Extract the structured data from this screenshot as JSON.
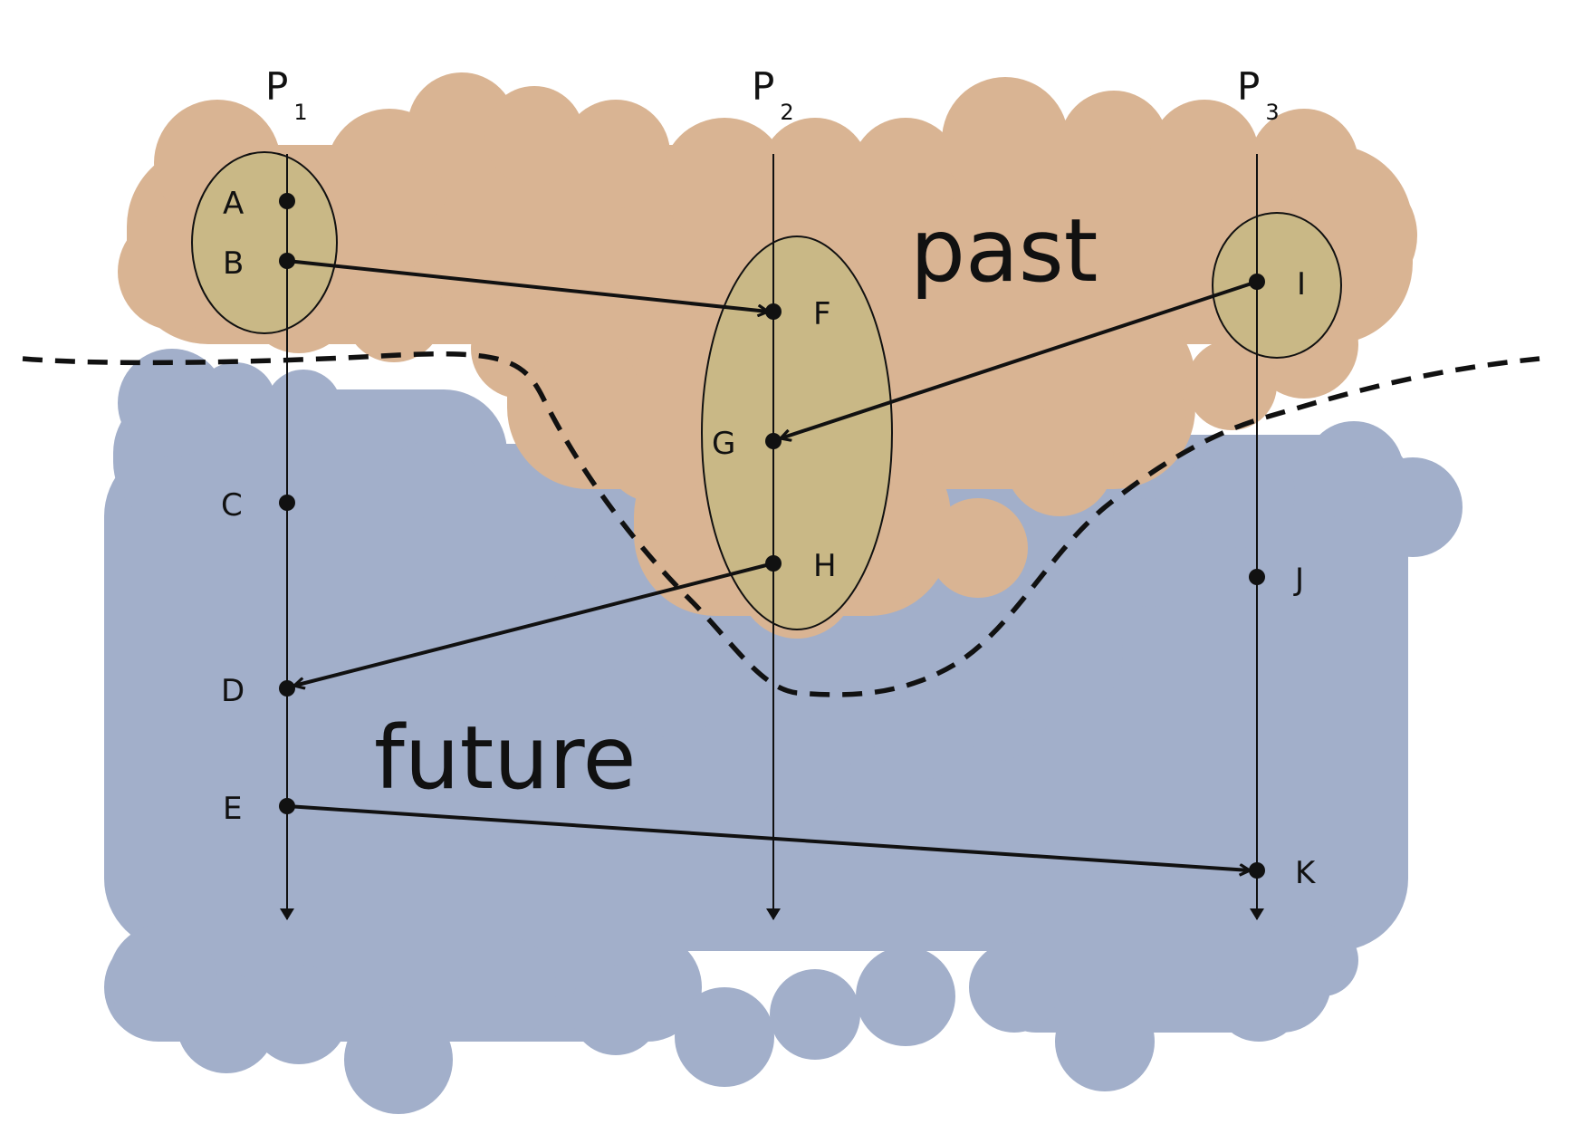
{
  "colors": {
    "past_fill": "#d9b493",
    "future_fill": "#a2afca",
    "causal_fill": "#c9b886",
    "ink": "#111111",
    "background": "#ffffff"
  },
  "region_labels": {
    "past": "past",
    "future": "future"
  },
  "processes": [
    {
      "id": "p1",
      "letter": "P",
      "sub": "1"
    },
    {
      "id": "p2",
      "letter": "P",
      "sub": "2"
    },
    {
      "id": "p3",
      "letter": "P",
      "sub": "3"
    }
  ],
  "events": [
    {
      "id": "A",
      "label": "A",
      "process": "p1"
    },
    {
      "id": "B",
      "label": "B",
      "process": "p1"
    },
    {
      "id": "C",
      "label": "C",
      "process": "p1"
    },
    {
      "id": "D",
      "label": "D",
      "process": "p1"
    },
    {
      "id": "E",
      "label": "E",
      "process": "p1"
    },
    {
      "id": "F",
      "label": "F",
      "process": "p2"
    },
    {
      "id": "G",
      "label": "G",
      "process": "p2"
    },
    {
      "id": "H",
      "label": "H",
      "process": "p2"
    },
    {
      "id": "I",
      "label": "I",
      "process": "p3"
    },
    {
      "id": "J",
      "label": "J",
      "process": "p3"
    },
    {
      "id": "K",
      "label": "K",
      "process": "p3"
    }
  ],
  "messages": [
    {
      "from": "B",
      "to": "F"
    },
    {
      "from": "I",
      "to": "G"
    },
    {
      "from": "H",
      "to": "D"
    },
    {
      "from": "E",
      "to": "K"
    }
  ],
  "causal_groups": [
    {
      "process": "p1",
      "events": [
        "A",
        "B"
      ]
    },
    {
      "process": "p2",
      "events": [
        "F",
        "G",
        "H"
      ]
    },
    {
      "process": "p3",
      "events": [
        "I"
      ]
    }
  ]
}
